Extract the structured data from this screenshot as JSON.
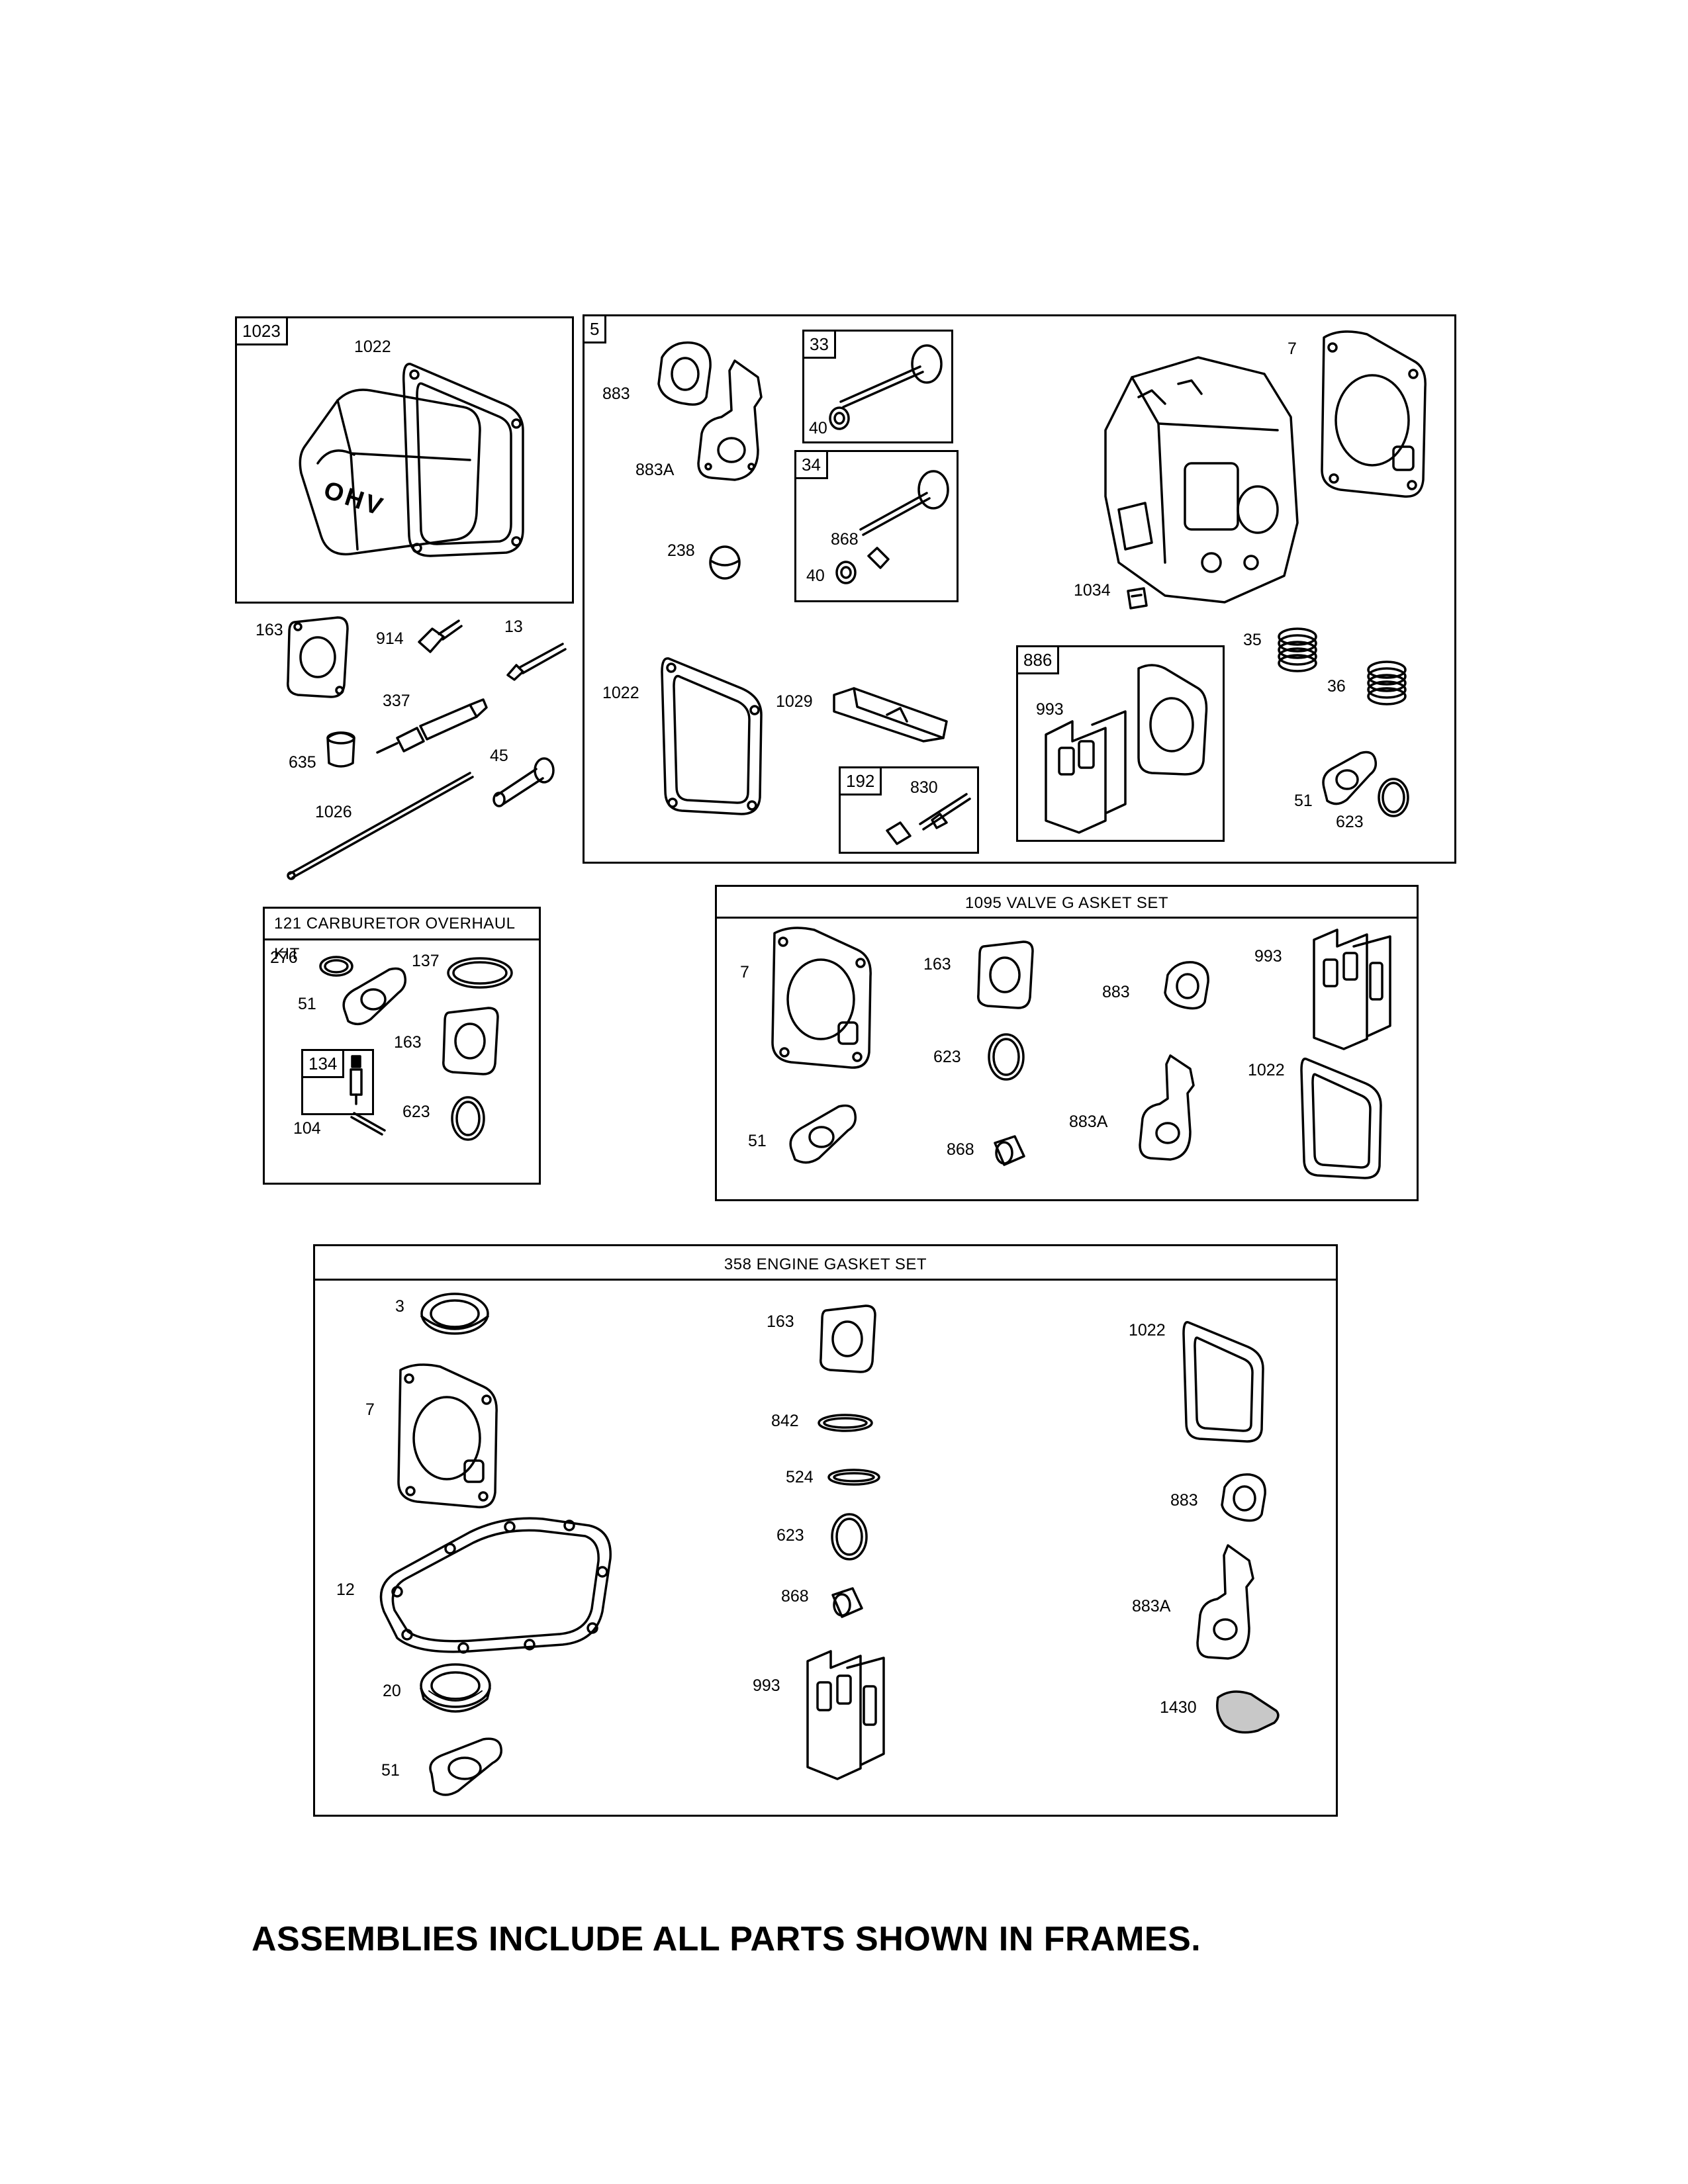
{
  "frames": {
    "rocker_cover": {
      "tag": "1023",
      "items": {
        "cover_gasket": "1022"
      },
      "logo": "OHV"
    },
    "loose_parts": {
      "items": {
        "intake_gasket": "163",
        "bolt": "914",
        "screw": "13",
        "spark_plug": "337",
        "breather": "635",
        "dipstick_tube": "45",
        "rod": "1026"
      }
    },
    "cylinder_head": {
      "tag": "5",
      "items": {
        "gasket_883": "883",
        "gasket_883a": "883A",
        "cap_238": "238",
        "head_gasket": "7",
        "part_1034": "1034",
        "cover_gasket": "1022",
        "rocker": "1029",
        "spring_35": "35",
        "spring_36": "36",
        "gasket_51": "51",
        "ring_623": "623"
      },
      "sub_intake_valve": {
        "tag": "33",
        "retainer": "40"
      },
      "sub_exhaust_valve": {
        "tag": "34",
        "seal": "868",
        "retainer": "40"
      },
      "sub_stud": {
        "tag": "192",
        "stud": "830"
      },
      "sub_886": {
        "tag": "886",
        "gasket": "993"
      }
    },
    "carb_kit": {
      "title": "121 CARBURETOR OVERHAUL KIT",
      "items": {
        "ring_276": "276",
        "ring_137": "137",
        "gasket_51": "51",
        "gasket_163": "163",
        "needle_tag": "134",
        "pin_104": "104",
        "ring_623": "623"
      }
    },
    "valve_gasket_set": {
      "title": "1095 VALVE G ASKET SET",
      "items": {
        "head_gasket": "7",
        "gasket_163": "163",
        "gasket_883": "883",
        "gasket_993": "993",
        "ring_623": "623",
        "gasket_1022": "1022",
        "gasket_51": "51",
        "seal_868": "868",
        "gasket_883a": "883A"
      }
    },
    "engine_gasket_set": {
      "title": "358 ENGINE GASKET SET",
      "items": {
        "seal_3": "3",
        "gasket_163": "163",
        "gasket_1022": "1022",
        "head_gasket": "7",
        "ring_842": "842",
        "ring_524": "524",
        "ring_623": "623",
        "gasket_883": "883",
        "sump_gasket": "12",
        "seal_868": "868",
        "gasket_883a": "883A",
        "seal_20": "20",
        "gasket_993": "993",
        "gasket_1430": "1430",
        "gasket_51": "51"
      }
    }
  },
  "footer": "ASSEMBLIES INCLUDE ALL PARTS SHOWN IN FRAMES."
}
